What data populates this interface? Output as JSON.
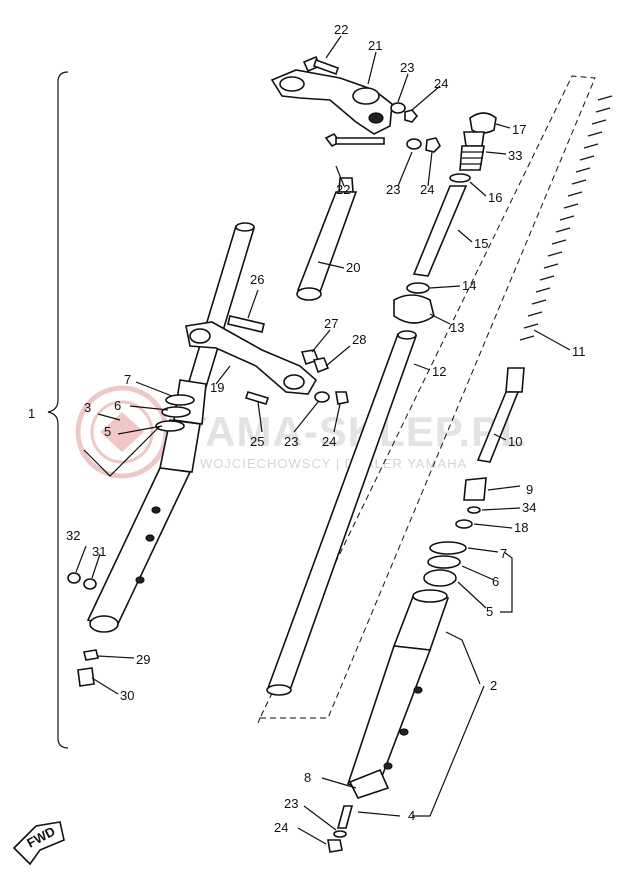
{
  "watermark": {
    "brand": "YAMA-SKLEP.PL",
    "subtitle": "WOJCIECHOWSCY | DEALER YAMAHA",
    "seal_color": "#e39a9a"
  },
  "fwd_label": "FWD",
  "labels": {
    "p1": "1",
    "p2": "2",
    "p3": "3",
    "p4": "4",
    "p5a": "5",
    "p5b": "5",
    "p6a": "6",
    "p6b": "6",
    "p7a": "7",
    "p7b": "7",
    "p8": "8",
    "p9": "9",
    "p10": "10",
    "p11": "11",
    "p12": "12",
    "p13": "13",
    "p14": "14",
    "p15": "15",
    "p16": "16",
    "p17": "17",
    "p18": "18",
    "p19": "19",
    "p20": "20",
    "p21": "21",
    "p22a": "22",
    "p22b": "22",
    "p23a": "23",
    "p23b": "23",
    "p23c": "23",
    "p23d": "23",
    "p24a": "24",
    "p24b": "24",
    "p24c": "24",
    "p24d": "24",
    "p25": "25",
    "p26": "26",
    "p27": "27",
    "p28": "28",
    "p29": "29",
    "p30": "30",
    "p31": "31",
    "p32": "32",
    "p33": "33",
    "p34": "34"
  }
}
